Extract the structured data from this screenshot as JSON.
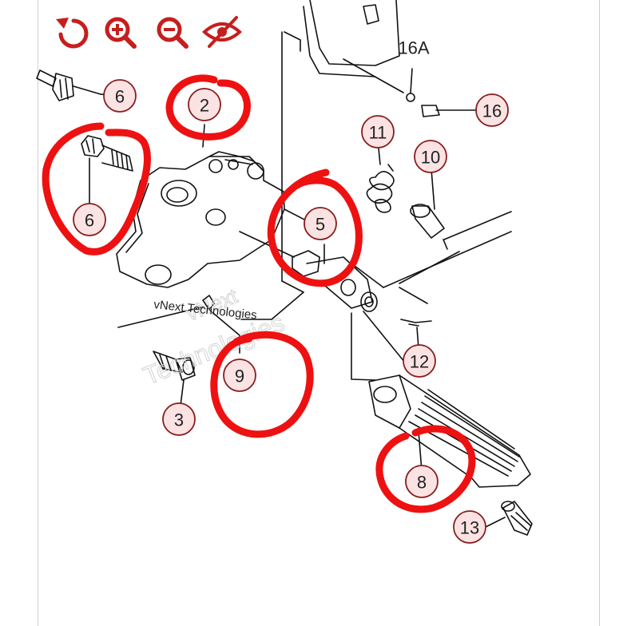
{
  "toolbar": {
    "accent_color": "#c61e1e",
    "buttons": [
      {
        "icon": "reset-icon",
        "label": "Reset"
      },
      {
        "icon": "zoom-in-icon",
        "label": "Zoom in"
      },
      {
        "icon": "zoom-out-icon",
        "label": "Zoom out"
      },
      {
        "icon": "hide-markers-icon",
        "label": "Hide markers"
      }
    ]
  },
  "diagram": {
    "callout_fill": "#fbe3e3",
    "callout_stroke": "#8a1c1c",
    "highlight_color": "#ee1111",
    "watermark": {
      "line1": "vNext",
      "line2": "Technologies",
      "line3": "vNext Technologies"
    },
    "callouts": {
      "c6a": "6",
      "c2": "2",
      "c6b": "6",
      "c5": "5",
      "c11": "11",
      "c10": "10",
      "c16a": "16A",
      "c16": "16",
      "c12": "12",
      "c9": "9",
      "c3": "3",
      "c8": "8",
      "c13": "13"
    },
    "highlighted_parts": [
      "2",
      "6",
      "5",
      "9",
      "8"
    ]
  }
}
